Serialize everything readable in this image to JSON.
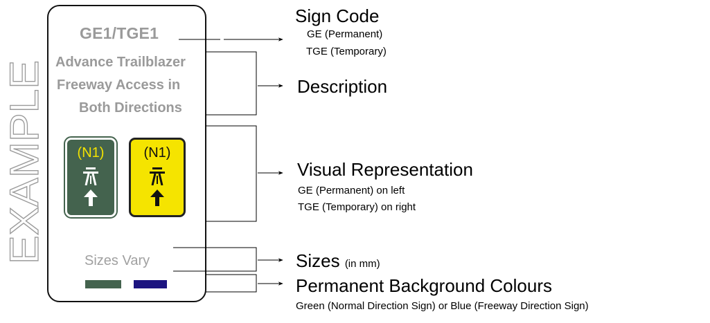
{
  "watermark": "EXAMPLE",
  "card": {
    "sign_code": "GE1/TGE1",
    "description_lines": [
      "Advance Trailblazer",
      "Freeway Access in",
      "Both Directions"
    ],
    "signs": [
      {
        "route": "(N1)",
        "background": "#44634e",
        "text_color": "#f3e300",
        "symbol_color": "#ffffff"
      },
      {
        "route": "(N1)",
        "background": "#f5e400",
        "text_color": "#111111",
        "symbol_color": "#111111"
      }
    ],
    "sizes": "Sizes Vary",
    "swatches": [
      "#44634e",
      "#1c1480"
    ]
  },
  "labels": {
    "sign_code": {
      "title": "Sign Code",
      "lines": [
        "GE (Permanent)",
        "TGE (Temporary)"
      ]
    },
    "description": {
      "title": "Description"
    },
    "visual": {
      "title": "Visual Representation",
      "lines": [
        "GE (Permanent) on left",
        "TGE (Temporary) on right"
      ]
    },
    "sizes": {
      "title": "Sizes",
      "unit": "(in mm)"
    },
    "colours": {
      "title": "Permanent Background Colours",
      "note": "Green (Normal Direction Sign) or Blue (Freeway Direction Sign)"
    }
  }
}
